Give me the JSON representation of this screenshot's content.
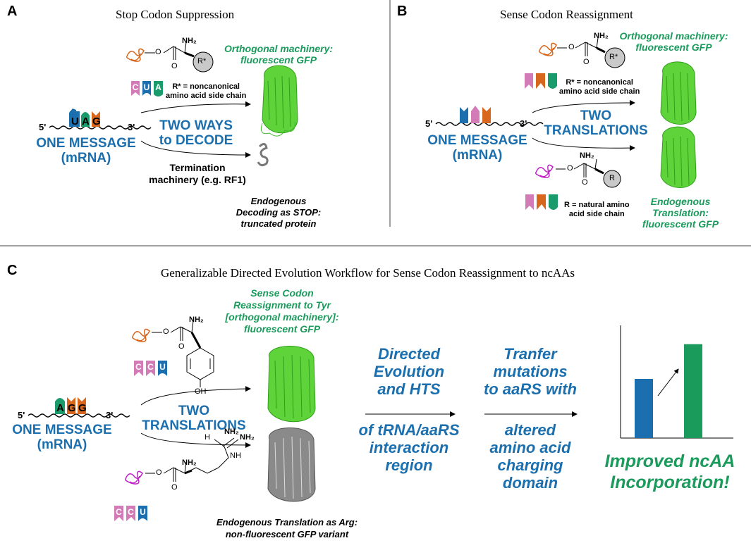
{
  "colors": {
    "blue": "#1b6fae",
    "green": "#1a9b5c",
    "pink": "#d27bb7",
    "orange": "#d8661c",
    "teal": "#1a9b6c",
    "gfp_green": "#4fd12e",
    "grey": "#8a8a8a"
  },
  "panel_a": {
    "letter": "A",
    "title": "Stop Codon Suppression",
    "codon": [
      "U",
      "A",
      "G"
    ],
    "anticodon": [
      "C",
      "U",
      "A"
    ],
    "prime5": "5'",
    "prime3": "3'",
    "message": [
      "ONE MESSAGE",
      "(mRNA)"
    ],
    "center": [
      "TWO WAYS",
      "to DECODE"
    ],
    "nh2": "NH₂",
    "o": "O",
    "rstar": "R*",
    "r_note": [
      "R* = noncanonical",
      "amino acid side chain"
    ],
    "orth": [
      "Orthogonal machinery:",
      "fluorescent GFP"
    ],
    "termination": [
      "Termination",
      "machinery (e.g. RF1)"
    ],
    "endogenous": [
      "Endogenous",
      "Decoding as STOP:",
      "truncated protein"
    ]
  },
  "panel_b": {
    "letter": "B",
    "title": "Sense Codon Reassignment",
    "prime5": "5'",
    "prime3": "3'",
    "message": [
      "ONE MESSAGE",
      "(mRNA)"
    ],
    "center": [
      "TWO",
      "TRANSLATIONS"
    ],
    "nh2": "NH₂",
    "o": "O",
    "rstar": "R*",
    "r": "R",
    "r_note_top": [
      "R* = noncanonical",
      "amino acid side chain"
    ],
    "r_note_bottom": [
      "R = natural amino",
      "acid side chain"
    ],
    "orth": [
      "Orthogonal machinery:",
      "fluorescent GFP"
    ],
    "endogenous": [
      "Endogenous",
      "Translation:",
      "fluorescent GFP"
    ]
  },
  "panel_c": {
    "letter": "C",
    "title": "Generalizable Directed Evolution Workflow for Sense Codon Reassignment to ncAAs",
    "codon": [
      "A",
      "G",
      "G"
    ],
    "anticodon_top": [
      "C",
      "C",
      "U"
    ],
    "anticodon_bottom": [
      "C",
      "C",
      "U"
    ],
    "prime5": "5'",
    "prime3": "3'",
    "message": [
      "ONE MESSAGE",
      "(mRNA)"
    ],
    "center": [
      "TWO",
      "TRANSLATIONS"
    ],
    "nh2": "NH₂",
    "o": "O",
    "oh": "OH",
    "nh": "NH",
    "h": "H",
    "sense": [
      "Sense Codon",
      "Reassignment to Tyr",
      "[orthogonal machinery]:",
      "fluorescent GFP"
    ],
    "endogenous": [
      "Endogenous Translation as Arg:",
      "non-fluorescent GFP variant"
    ],
    "step1_top": [
      "Directed",
      "Evolution",
      "and HTS"
    ],
    "step1_bottom": [
      "of tRNA/aaRS",
      "interaction",
      "region"
    ],
    "step2_top": [
      "Tranfer",
      "mutations",
      "to aaRS with"
    ],
    "step2_bottom": [
      "altered",
      "amino acid",
      "charging",
      "domain"
    ],
    "result": [
      "Improved ncAA",
      "Incorporation!"
    ]
  },
  "chart_data": {
    "type": "bar",
    "categories": [
      "",
      ""
    ],
    "values": [
      63,
      100
    ],
    "bar_colors": [
      "#1b6fae",
      "#1a9b5c"
    ],
    "ylim": [
      0,
      120
    ],
    "title": "",
    "xlabel": "",
    "ylabel": ""
  }
}
